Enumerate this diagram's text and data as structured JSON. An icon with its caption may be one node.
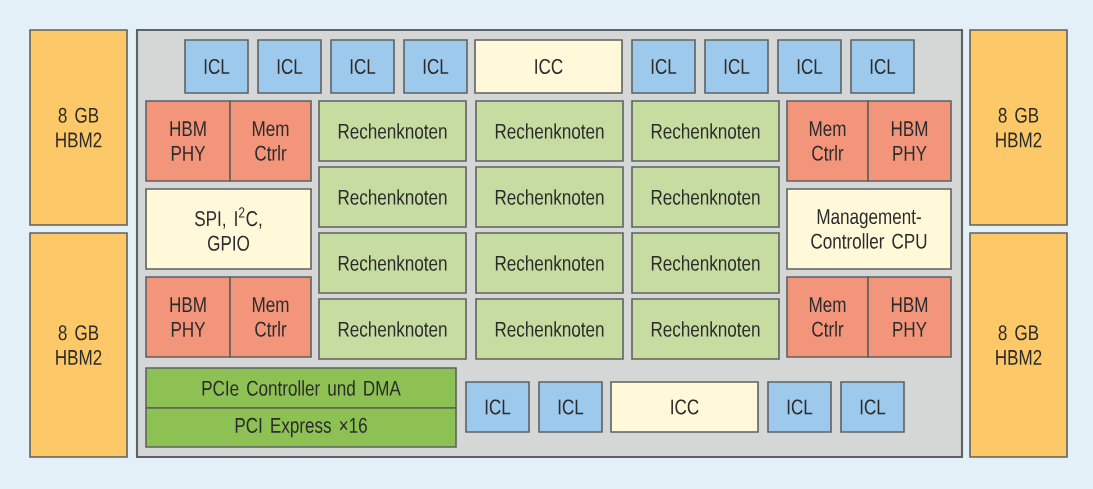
{
  "diagram": {
    "nodes": [
      {
        "text": [
          "8 GB HBM2"
        ]
      },
      {
        "text": [
          "8 GB HBM2"
        ]
      },
      {
        "text": [],
        "shape": "box"
      },
      {
        "text": [
          "ICL"
        ],
        "in": 2
      },
      {
        "text": [
          "ICL"
        ],
        "in": 2
      },
      {
        "text": [
          "ICL"
        ],
        "in": 2
      },
      {
        "text": [
          "ICL"
        ],
        "in": 2
      },
      {
        "text": [
          "ICC"
        ],
        "in": 2
      },
      {
        "text": [
          "ICL"
        ],
        "in": 2
      },
      {
        "text": [
          "ICL"
        ],
        "in": 2
      },
      {
        "text": [
          "ICL"
        ],
        "in": 2
      },
      {
        "text": [
          "ICL"
        ],
        "in": 2
      },
      {
        "text": [
          "HBM PHY"
        ],
        "in": 2
      },
      {
        "text": [
          "Mem Ctrlr"
        ],
        "in": 2
      },
      {
        "text": [
          "Rechenknoten"
        ],
        "in": 2
      },
      {
        "text": [
          "Rechenknoten"
        ],
        "in": 2
      },
      {
        "text": [
          "Rechenknoten"
        ],
        "in": 2
      },
      {
        "text": [
          "Mem Ctrlr"
        ],
        "in": 2
      },
      {
        "text": [
          "HBM PHY"
        ],
        "in": 2
      },
      {
        "text": [
          "SPI, I$^{2}$C, GPIO"
        ],
        "in": 2
      },
      {
        "text": [
          "Rechenknoten"
        ],
        "in": 2
      },
      {
        "text": [
          "Rechenknoten"
        ],
        "in": 2
      },
      {
        "text": [
          "Rechenknoten"
        ],
        "in": 2
      },
      {
        "text": [
          "Management-Controller CPU"
        ],
        "in": 2
      },
      {
        "text": [
          "Rechenknoten"
        ],
        "in": 2
      },
      {
        "text": [
          "Rechenknoten"
        ],
        "in": 2
      },
      {
        "text": [
          "Rechenknoten"
        ],
        "in": 2
      },
      {
        "text": [
          "HBM PHY"
        ],
        "in": 2
      },
      {
        "text": [
          "Mem Ctrlr"
        ],
        "in": 2
      },
      {
        "text": [
          "Rechenknoten"
        ],
        "in": 2
      },
      {
        "text": [
          "Rechenknoten"
        ],
        "in": 2
      },
      {
        "text": [
          "Rechenknoten"
        ],
        "in": 2
      },
      {
        "text": [
          "Mem Ctrlr"
        ],
        "in": 2
      },
      {
        "text": [
          "HBM PHY"
        ],
        "in": 2
      },
      {
        "text": [
          "PCIe Controller und DMA"
        ],
        "in": 2
      },
      {
        "text": [
          "PCI Express ×16"
        ],
        "in": 2
      },
      {
        "text": [
          "ICL"
        ],
        "in": 2
      },
      {
        "text": [
          "ICL"
        ],
        "in": 2
      },
      {
        "text": [
          "ICC"
        ],
        "in": 2
      },
      {
        "text": [
          "ICL"
        ],
        "in": 2
      },
      {
        "text": [
          "ICL"
        ],
        "in": 2
      },
      {
        "text": [
          "8 GB HBM2"
        ]
      },
      {
        "text": [
          "8 GB HBM2"
        ]
      }
    ]
  }
}
